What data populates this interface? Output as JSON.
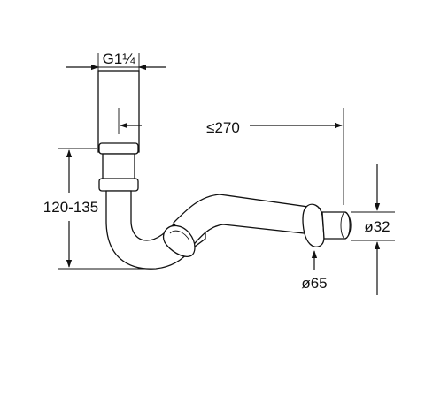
{
  "dimensions": {
    "thread": "G1¼",
    "length": "≤270",
    "height": "120-135",
    "pipe_diameter": "ø32",
    "rosette_diameter": "ø65"
  }
}
